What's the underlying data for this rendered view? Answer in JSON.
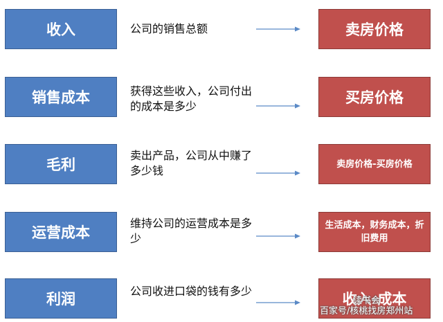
{
  "rows": [
    {
      "left": "收入",
      "desc": "公司的销售总额",
      "right": "卖房价格"
    },
    {
      "left": "销售成本",
      "desc": "获得这些收入，公司付出的成本是多少",
      "right": "买房价格"
    },
    {
      "left": "毛利",
      "desc": "卖出产品，公司从中赚了多少钱",
      "right": "卖房价格-买房价格"
    },
    {
      "left": "运营成本",
      "desc": "维持公司的运营成本是多少",
      "right": "生活成本，财务成本，折旧费用"
    },
    {
      "left": "利润",
      "desc": "公司收进口袋的钱有多少",
      "right": "收入-成本"
    }
  ],
  "watermark": {
    "line1": "读书会",
    "line2": "百家号/核桃找房郑州站"
  },
  "colors": {
    "left_box": "#4f7fc2",
    "right_box": "#c0504d",
    "arrow": "#5b8ac6"
  }
}
